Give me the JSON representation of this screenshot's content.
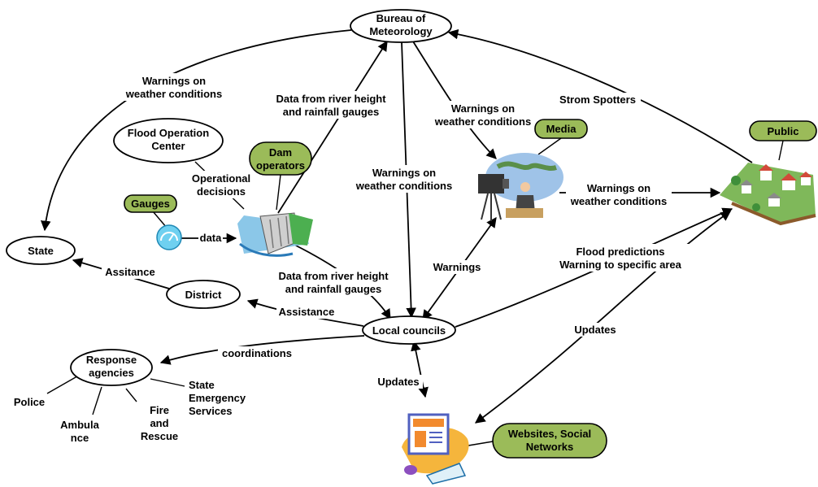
{
  "nodes": {
    "bureau": [
      "Bureau of",
      "Meteorology"
    ],
    "flood_center": [
      "Flood Operation",
      "Center"
    ],
    "dam_operators": [
      "Dam",
      "operators"
    ],
    "gauges": "Gauges",
    "state": "State",
    "district": "District",
    "local_councils": "Local councils",
    "response_agencies": [
      "Response",
      "agencies"
    ],
    "media": "Media",
    "public": "Public",
    "websites": [
      "Websites, Social",
      "Networks"
    ]
  },
  "edges": {
    "bureau_state": [
      "Warnings on",
      "weather conditions"
    ],
    "gauges_bureau": [
      "Data from river height",
      "and rainfall gauges"
    ],
    "bureau_media": [
      "Warnings on",
      "weather conditions"
    ],
    "bureau_local": [
      "Warnings on",
      "weather conditions"
    ],
    "spotters": "Strom Spotters",
    "operational": [
      "Operational",
      "decisions"
    ],
    "data": "data",
    "dam_local": [
      "Data from river height",
      "and rainfall gauges"
    ],
    "media_public": [
      "Warnings on",
      "weather conditions"
    ],
    "local_public": [
      "Flood predictions",
      "Warning to specific area"
    ],
    "local_media": "Warnings",
    "district_state": "Assitance",
    "local_district": "Assistance",
    "local_response": "coordinations",
    "local_websites": "Updates",
    "websites_public": "Updates"
  },
  "agencies": {
    "police": "Police",
    "ambulance": [
      "Ambula",
      "nce"
    ],
    "fire": [
      "Fire",
      "and",
      "Rescue"
    ],
    "ses": [
      "State",
      "Emergency",
      "Services"
    ]
  },
  "icons": [
    "dam-icon",
    "gauge-icon",
    "media-broadcaster-icon",
    "town-houses-icon",
    "news-computer-icon"
  ],
  "colors": {
    "highlight_node": "#9bbb59",
    "line": "#000000"
  }
}
